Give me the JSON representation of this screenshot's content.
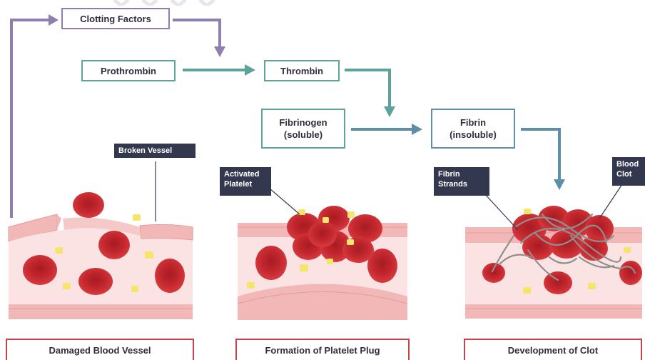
{
  "factors": {
    "clotting_factors": "Clotting Factors",
    "prothrombin": "Prothrombin",
    "thrombin": "Thrombin",
    "fibrinogen_line1": "Fibrinogen",
    "fibrinogen_line2": "(soluble)",
    "fibrin_line1": "Fibrin",
    "fibrin_line2": "(insoluble)"
  },
  "labels": {
    "broken_vessel": "Broken Vessel",
    "activated_platelet_line1": "Activated",
    "activated_platelet_line2": "Platelet",
    "fibrin_strands_line1": "Fibrin",
    "fibrin_strands_line2": "Strands",
    "blood_clot_line1": "Blood",
    "blood_clot_line2": "Clot"
  },
  "captions": {
    "stage1": "Damaged Blood Vessel",
    "stage2": "Formation of Platelet Plug",
    "stage3": "Development of Clot"
  },
  "colors": {
    "purple_arrow": "#8f7fb0",
    "teal_arrow": "#5ea29a",
    "blue_arrow": "#5f8fa8",
    "label_bg": "#34384f",
    "caption_border": "#c8414a",
    "red_cell": "#c1272d",
    "platelet": "#f6e56b",
    "vessel_wall": "#f2b8b8",
    "vessel_lumen": "#fbe3e3"
  }
}
